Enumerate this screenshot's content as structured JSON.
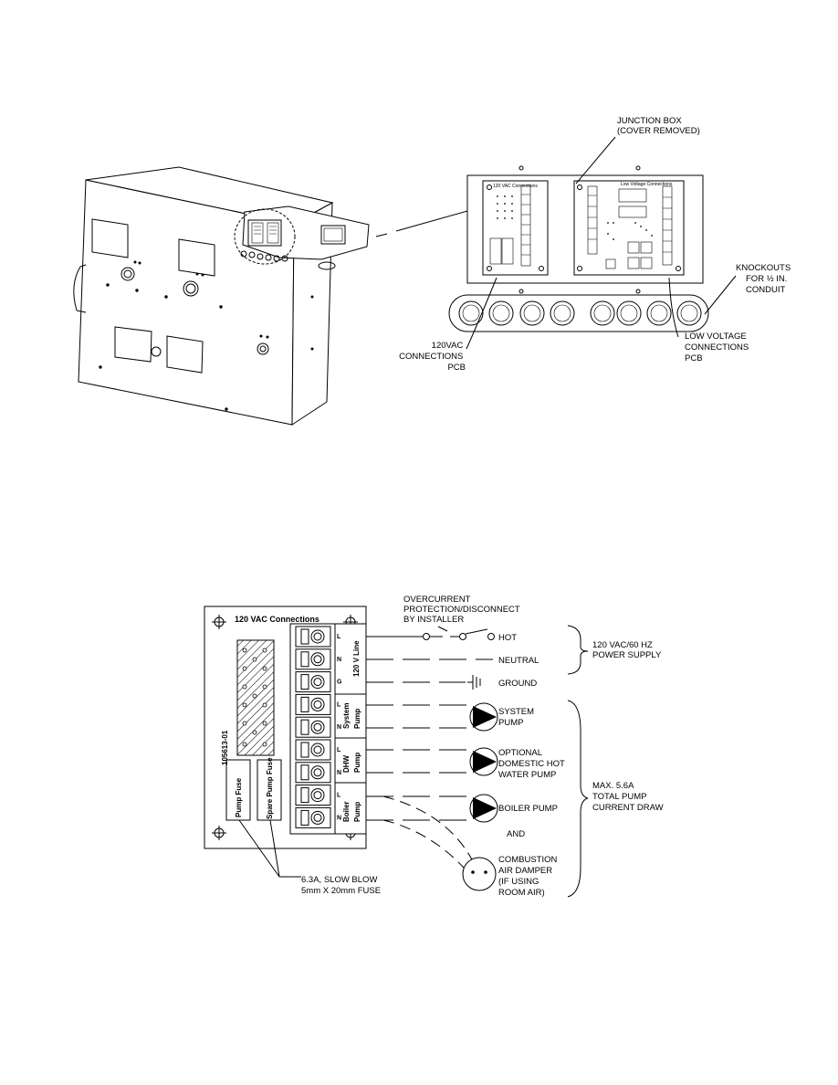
{
  "top_figure": {
    "callouts": {
      "junction_box": [
        "JUNCTION BOX",
        "(COVER REMOVED)"
      ],
      "knockouts": [
        "KNOCKOUTS",
        "FOR ½ IN.",
        "CONDUIT"
      ],
      "vac_pcb": [
        "120VAC",
        "CONNECTIONS",
        "PCB"
      ],
      "low_voltage_pcb": [
        "LOW VOLTAGE",
        "CONNECTIONS",
        "PCB"
      ]
    },
    "junction_pcb_left_title": "120 VAC Connections",
    "junction_pcb_right_title": "Low Voltage Connections"
  },
  "bottom_figure": {
    "pcb": {
      "title": "120 VAC Connections",
      "part_number": "105613-01",
      "fuse_left": "Pump Fuse",
      "fuse_right": "Spare Pump Fuse",
      "groups": [
        {
          "label": "120 V Line",
          "terms": [
            "L",
            "N",
            "G"
          ]
        },
        {
          "label": "System Pump",
          "terms": [
            "L",
            "N"
          ]
        },
        {
          "label": "DHW Pump",
          "terms": [
            "L",
            "N"
          ]
        },
        {
          "label": "Boiler Pump",
          "terms": [
            "L",
            "N"
          ]
        }
      ]
    },
    "labels": {
      "overcurrent": [
        "OVERCURRENT",
        "PROTECTION/DISCONNECT",
        "BY INSTALLER"
      ],
      "hot": "HOT",
      "neutral": "NEUTRAL",
      "ground": "GROUND",
      "power_supply": [
        "120 VAC/60 HZ",
        "POWER SUPPLY"
      ],
      "system_pump": [
        "SYSTEM",
        "PUMP"
      ],
      "dhw_pump": [
        "OPTIONAL",
        "DOMESTIC HOT",
        "WATER PUMP"
      ],
      "boiler_pump": "BOILER PUMP",
      "and": "AND",
      "damper": [
        "COMBUSTION",
        "AIR DAMPER",
        "(IF USING",
        "ROOM AIR)"
      ],
      "max_draw": [
        "MAX. 5.6A",
        "TOTAL PUMP",
        "CURRENT DRAW"
      ],
      "fuse_note": [
        "6.3A, SLOW BLOW",
        "5mm X 20mm FUSE"
      ]
    }
  }
}
